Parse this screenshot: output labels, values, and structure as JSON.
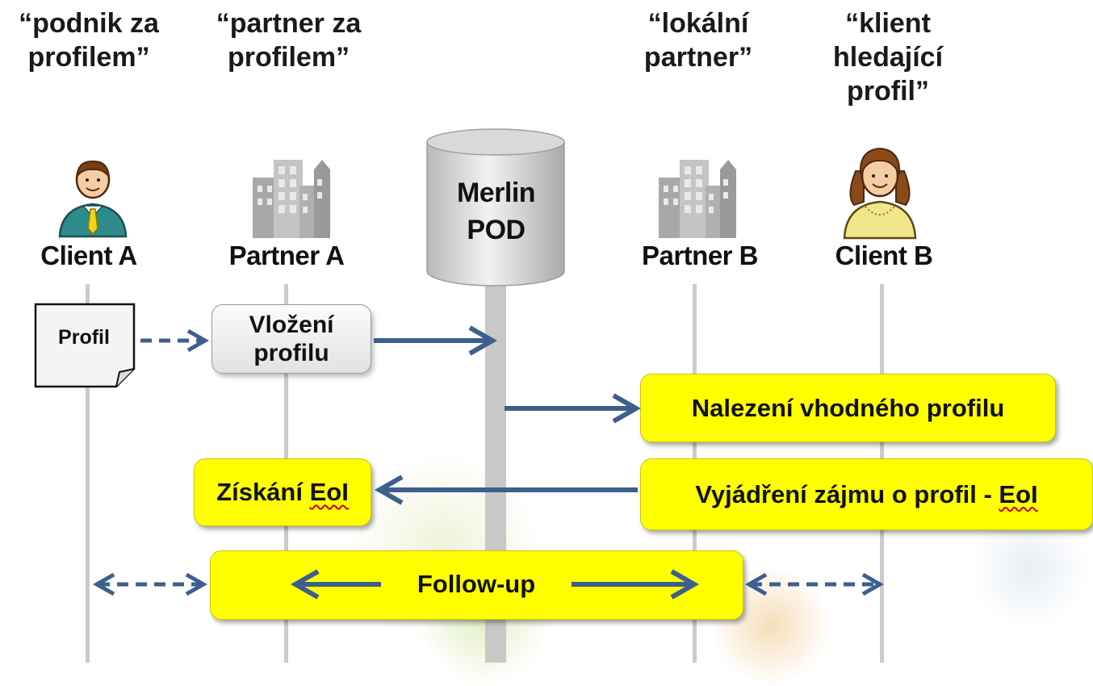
{
  "roles": {
    "client_a": "“podnik za\nprofilem”",
    "partner_a": "“partner za\nprofilem”",
    "partner_b": "“lokální\npartner”",
    "client_b": "“klient\nhledající\nprofil”"
  },
  "actors": {
    "client_a": "Client A",
    "partner_a": "Partner A",
    "pod": "Merlin\nPOD",
    "partner_b": "Partner B",
    "client_b": "Client B"
  },
  "icons": {
    "client_a": "businessman-icon",
    "partner_a": "office-building-icon",
    "pod": "database-cylinder-icon",
    "partner_b": "office-building-icon",
    "client_b": "woman-icon",
    "profile": "document-icon"
  },
  "steps": {
    "profile_doc": "Profil",
    "insert_profile": "Vložení\nprofilu",
    "find_profile": "Nalezení vhodného profilu",
    "get_eoi_prefix": "Získání ",
    "get_eoi_abbr": "EoI",
    "express_interest_prefix": "Vyjádření zájmu o profil - ",
    "express_interest_abbr": "EoI",
    "follow_up": "Follow-up"
  },
  "colors": {
    "arrow": "#3d5f8e",
    "highlight": "#ffff00",
    "lifeline": "#cbcbcb"
  }
}
